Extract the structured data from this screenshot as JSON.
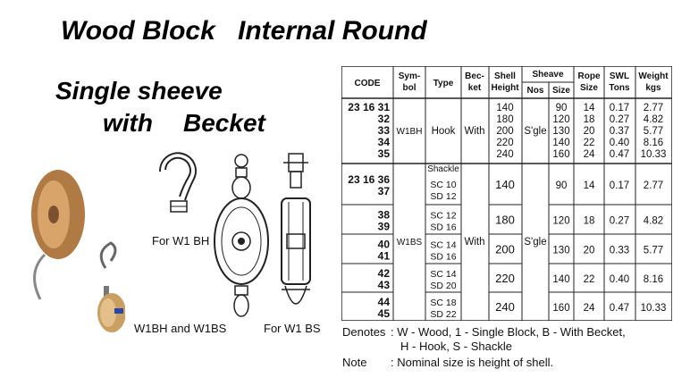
{
  "title": {
    "part1": "Wood Block",
    "part2": "Internal Round",
    "line2": "Single sheeve",
    "line3a": "with",
    "line3b": "Becket"
  },
  "captions": {
    "w1bh": "For W1 BH",
    "w1bs": "For W1 BS",
    "both": "W1BH and W1BS"
  },
  "table": {
    "headers": {
      "code": "CODE",
      "symbol": [
        "Sym-",
        "bol"
      ],
      "type": "Type",
      "becket": [
        "Bec-",
        "ket"
      ],
      "shell": [
        "Shell",
        "Height"
      ],
      "sheave": "Sheave",
      "nos": "Nos",
      "size": "Size",
      "rope": [
        "Rope",
        "Size"
      ],
      "swl": [
        "SWL",
        "Tons"
      ],
      "weight": [
        "Weight",
        "kgs"
      ]
    },
    "group1": {
      "code_prefix": "23 16 31",
      "codes": [
        "32",
        "33",
        "34",
        "35"
      ],
      "symbol": "W1BH",
      "type": "Hook",
      "becket": "With",
      "shell": [
        "140",
        "180",
        "200",
        "220",
        "240"
      ],
      "nos": "S'gle",
      "size": [
        "90",
        "120",
        "130",
        "140",
        "160"
      ],
      "rope": [
        "14",
        "18",
        "20",
        "22",
        "24"
      ],
      "swl": [
        "0.17",
        "0.27",
        "0.37",
        "0.40",
        "0.47"
      ],
      "weight": [
        "2.77",
        "4.82",
        "5.77",
        "8.16",
        "10.33"
      ]
    },
    "group2": {
      "symbol": "W1BS",
      "becket": "With",
      "nos": "S'gle",
      "type_header": "Shackle",
      "rows": [
        {
          "code1": "23 16 36",
          "code2": "37",
          "type1": "SC 10",
          "type2": "SD 12",
          "shell": "140",
          "size": "90",
          "rope": "14",
          "swl": "0.17",
          "weight": "2.77"
        },
        {
          "code1": "38",
          "code2": "39",
          "type1": "SC 12",
          "type2": "SD 16",
          "shell": "180",
          "size": "120",
          "rope": "18",
          "swl": "0.27",
          "weight": "4.82"
        },
        {
          "code1": "40",
          "code2": "41",
          "type1": "SC 14",
          "type2": "SD 16",
          "shell": "200",
          "size": "130",
          "rope": "20",
          "swl": "0.33",
          "weight": "5.77"
        },
        {
          "code1": "42",
          "code2": "43",
          "type1": "SC 14",
          "type2": "SD 20",
          "shell": "220",
          "size": "140",
          "rope": "22",
          "swl": "0.40",
          "weight": "8.16"
        },
        {
          "code1": "44",
          "code2": "45",
          "type1": "SC 18",
          "type2": "SD 22",
          "shell": "240",
          "size": "160",
          "rope": "24",
          "swl": "0.47",
          "weight": "10.33"
        }
      ]
    }
  },
  "notes": {
    "denotes_label": "Denotes",
    "denotes_line1": ": W - Wood, 1 - Single Block, B - With Becket,",
    "denotes_line2": "H - Hook, S - Shackle",
    "note_label": "Note",
    "note_text": ": Nominal size is height of shell."
  }
}
